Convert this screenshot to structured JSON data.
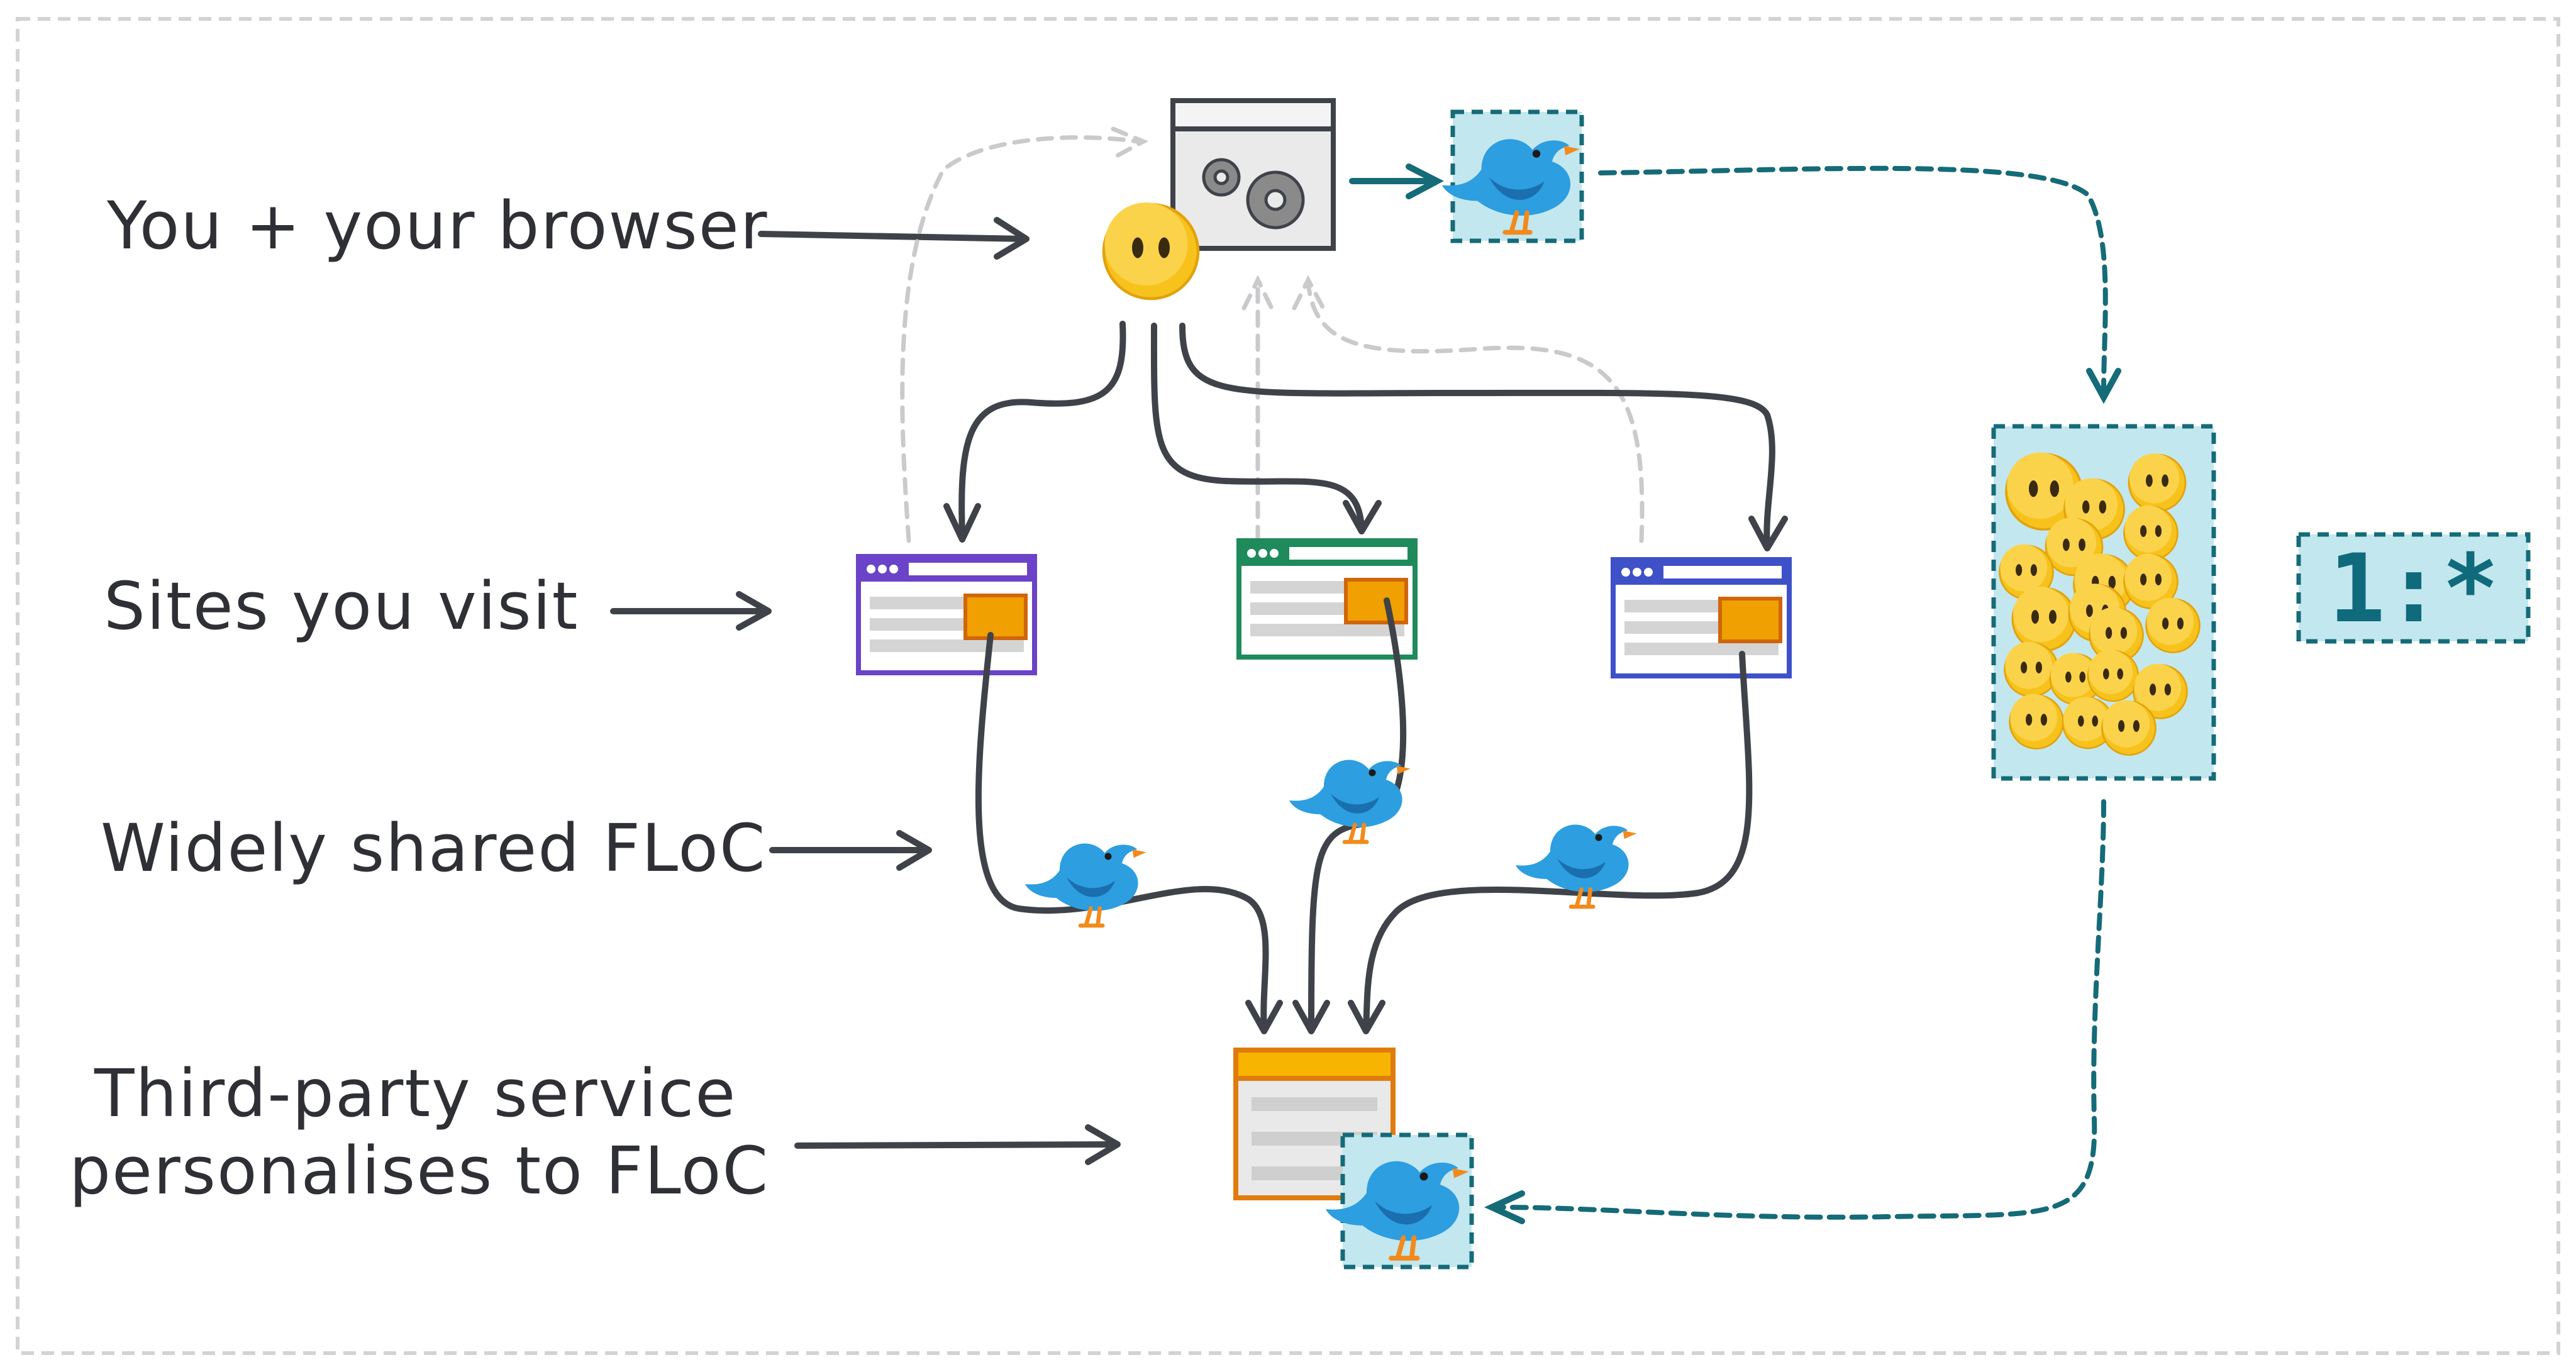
{
  "labels": {
    "you_browser": "You + your browser",
    "sites_visit": "Sites you visit",
    "shared_floc": "Widely shared FLoC",
    "third_party_line1": "Third-party service",
    "third_party_line2": "personalises to FLoC"
  },
  "ratio": "1:*",
  "colors": {
    "site_purple": "#6a43c8",
    "site_green": "#1f8a5b",
    "site_blue": "#3f51c8",
    "accent_orange": "#f0a000",
    "teal": "#156b78",
    "teal_fill": "#c3e7ee",
    "face_yellow": "#f7c21b",
    "bird_blue": "#2d9ee0"
  },
  "icons": {
    "user": "neutral-face-icon",
    "browser": "browser-gears-icon",
    "cohort_token": "bird-icon",
    "cohort_crowd": "faces-crowd-icon",
    "third_party": "third-party-window-icon"
  }
}
